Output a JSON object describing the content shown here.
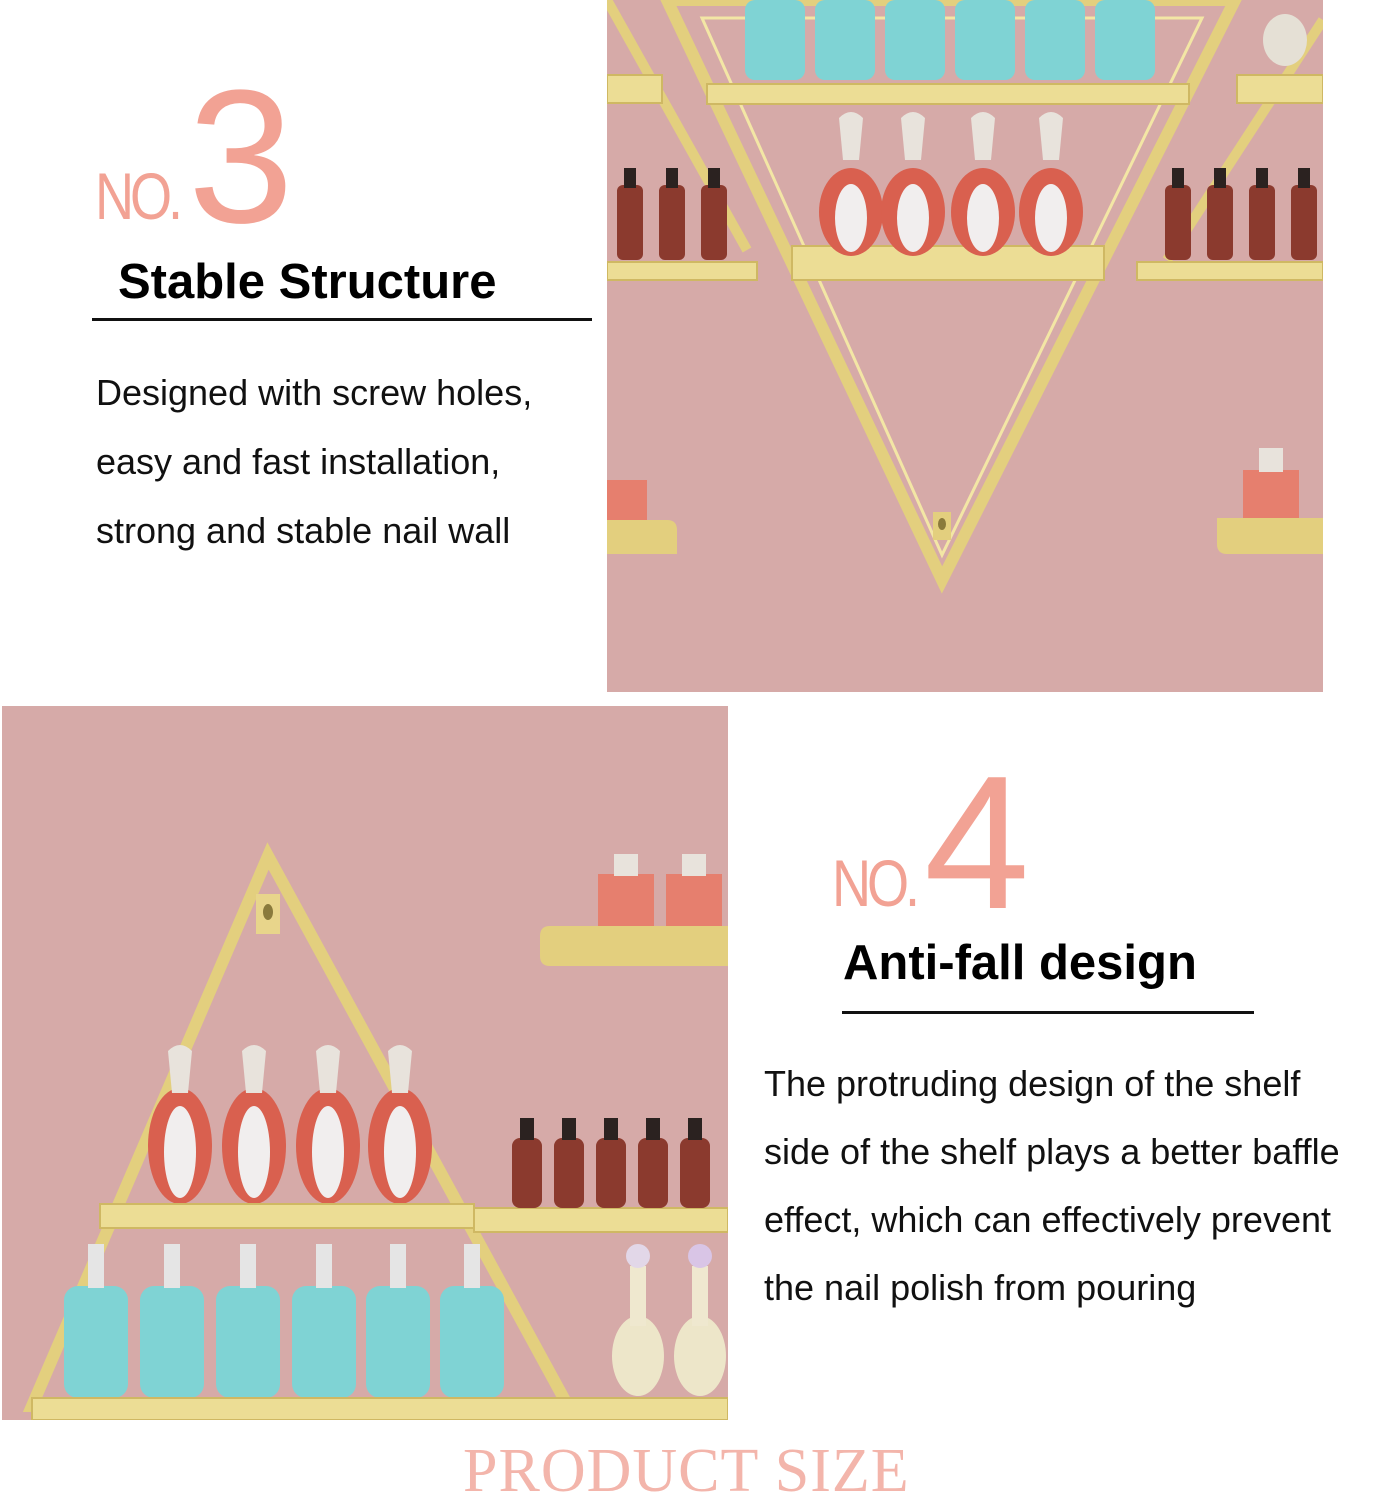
{
  "feature3": {
    "no_prefix": "NO.",
    "number": "3",
    "heading": "Stable Structure",
    "body_lines": [
      "Designed with screw holes,",
      "easy and fast installation,",
      "strong and stable nail wall"
    ]
  },
  "feature4": {
    "no_prefix": "NO.",
    "number": "4",
    "heading": "Anti-fall design",
    "body_lines": [
      "The protruding design of the shelf",
      "side of the shelf plays a better baffle",
      "effect, which can effectively prevent",
      "the nail polish from pouring"
    ]
  },
  "footer": {
    "section_title": "PRODUCT SIZE"
  },
  "colors": {
    "accent_salmon": "#f2a294",
    "wall_pink": "#d6aaa8",
    "shelf_gold": "#e6d488",
    "bottle_teal": "#7fd3d4",
    "bottle_red": "#d9604f"
  }
}
